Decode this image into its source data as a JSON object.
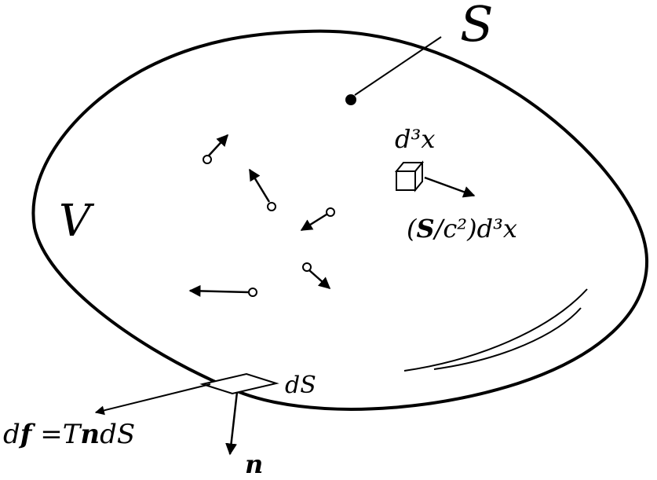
{
  "diagram": {
    "surface_label": "S",
    "volume_label": "V",
    "volume_element_label": "d³x",
    "flux_label": {
      "pre": "(",
      "s": "S",
      "post": "/c²)d³x"
    },
    "surface_element_label": "dS",
    "normal_label": "n",
    "force_label": {
      "d": "d",
      "f": "f",
      "mid": " =T",
      "n": "n",
      "end": "dS"
    }
  },
  "colors": {
    "ink": "#000000",
    "background": "#ffffff"
  }
}
